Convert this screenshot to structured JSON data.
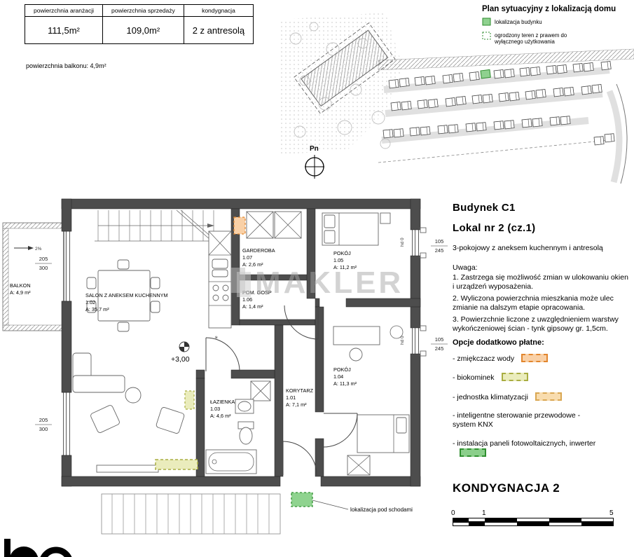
{
  "meta_table": {
    "headers": [
      "powierzchnia aranżacji",
      "powierzchnia sprzedaży",
      "kondygnacja"
    ],
    "values": [
      "111,5m²",
      "109,0m²",
      "2 z antresolą"
    ],
    "balcony_note": "powierzchnia balkonu: 4,9m²"
  },
  "site_plan": {
    "title": "Plan sytuacyjny z lokalizacją domu",
    "legend": [
      {
        "label": "lokalizacja budynku"
      },
      {
        "label": "ogrodzony teren z prawem do",
        "label2": "wyłącznego użytkowania"
      }
    ],
    "compass_label": "Pn"
  },
  "floor_plan": {
    "watermark": "MAKLER",
    "level_marker": "+3,00",
    "slope_label": "2%",
    "stairs_note": "lokalizacja pod schodami",
    "window_note": "hd 0",
    "rooms": {
      "balkon": {
        "name": "BALKON",
        "area": "A: 4,9 m²"
      },
      "salon": {
        "name": "SALON Z ANEKSEM KUCHENNYM",
        "id": "1.02",
        "area": "A: 35,7 m²"
      },
      "garderoba": {
        "name": "GARDEROBA",
        "id": "1.07",
        "area": "A: 2,6 m²"
      },
      "pomgosp": {
        "name": "POM. GOSP",
        "id": "1.06",
        "area": "A: 1,4 m²"
      },
      "pokoj105": {
        "name": "POKÓJ",
        "id": "1.05",
        "area": "A: 11,2 m²"
      },
      "pokoj104": {
        "name": "POKÓJ",
        "id": "1.04",
        "area": "A: 11,3 m²"
      },
      "korytarz": {
        "name": "KORYTARZ",
        "id": "1.01",
        "area": "A: 7,1 m²"
      },
      "lazienka": {
        "name": "ŁAZIENKA",
        "id": "1.03",
        "area": "A: 4,6 m²"
      }
    },
    "dims": {
      "left_top_a": "205",
      "left_top_b": "300",
      "left_bot_a": "205",
      "left_bot_b": "300",
      "right_top_a": "105",
      "right_top_b": "245",
      "right_bot_a": "105",
      "right_bot_b": "245"
    }
  },
  "details": {
    "building": "Budynek  C1",
    "unit": "Lokal nr  2  (cz.1)",
    "subtitle": "3-pokojowy z aneksem kuchennym i antresolą",
    "note_title": "Uwaga:",
    "notes": [
      "1. Zastrzega się możliwość zmian w ulokowaniu okien i urządzeń wyposażenia.",
      "2. Wyliczona powierzchnia mieszkania może ulec zmianie na dalszym etapie opracowania.",
      "3. Powierzchnie liczone z uwzględnieniem warstwy wykończeniowej ścian - tynk gipsowy gr. 1,5cm."
    ],
    "options_title": "Opcje dodatkowo płatne:",
    "options": [
      {
        "label": "- zmiękczacz wody"
      },
      {
        "label": "- biokominek"
      },
      {
        "label": "- jednostka klimatyzacji"
      },
      {
        "label": "- inteligentne sterowanie przewodowe - system KNX"
      },
      {
        "label": "- instalacja paneli fotowoltaicznych, inwerter"
      }
    ],
    "floor_label": "KONDYGNACJA 2",
    "scale_labels": [
      "0",
      "1",
      "5"
    ],
    "swatch_colors": {
      "zmiekczacz": "#f9d0a6",
      "biokominek": "#eaecbc",
      "klimatyzacja": "#f8dcae",
      "fotowoltaika": "#8bcf8b",
      "budynek": "#8fd18f"
    }
  }
}
